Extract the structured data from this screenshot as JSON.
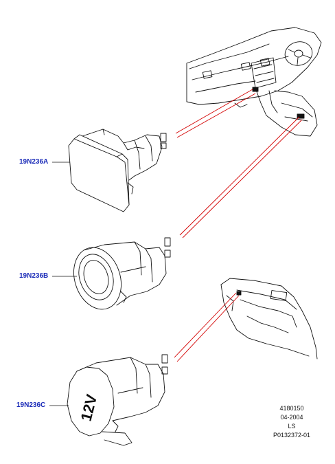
{
  "callouts": {
    "a": "19N236A",
    "b": "19N236B",
    "c": "19N236C"
  },
  "socket_marking": "12V",
  "reference": {
    "line1": "4180150",
    "line2": "04-2004",
    "line3": "LS",
    "line4": "P0132372-01"
  },
  "colors": {
    "leader": "#d40000",
    "callout_text": "#1a2bb8",
    "line_art": "#111111"
  }
}
